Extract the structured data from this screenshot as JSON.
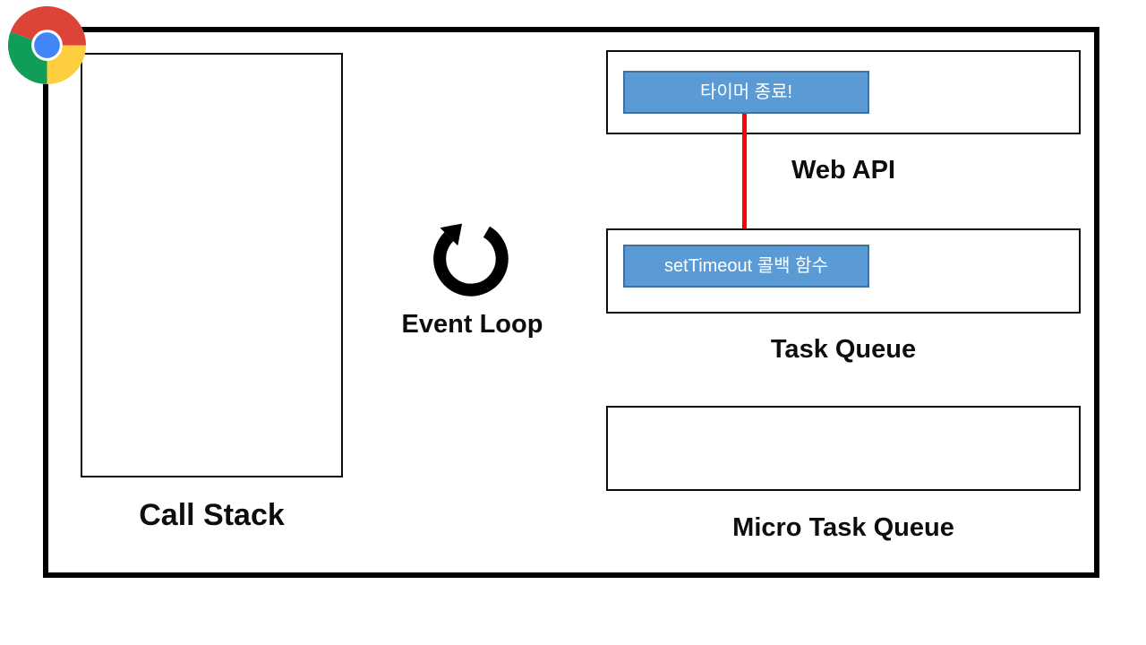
{
  "diagram": {
    "title": "javascript-event-loop-diagram",
    "labels": {
      "call_stack": "Call Stack",
      "event_loop": "Event Loop",
      "web_api": "Web API",
      "task_queue": "Task Queue",
      "micro_task_queue": "Micro Task Queue"
    },
    "items": {
      "web_api_item": "타이머 종료!",
      "task_queue_item": "setTimeout 콜백 함수"
    },
    "icons": {
      "browser": "chrome-logo",
      "loop": "clockwise-circular-arrow"
    },
    "colors": {
      "outline": "#000000",
      "item_fill": "#5b9bd5",
      "item_border": "#41719c",
      "item_text": "#ffffff",
      "arrow": "#ff0000",
      "label_text": "#0d0d0d",
      "chrome_red": "#db4437",
      "chrome_yellow": "#ffcd40",
      "chrome_green": "#0f9d58",
      "chrome_blue": "#4285f4"
    }
  }
}
